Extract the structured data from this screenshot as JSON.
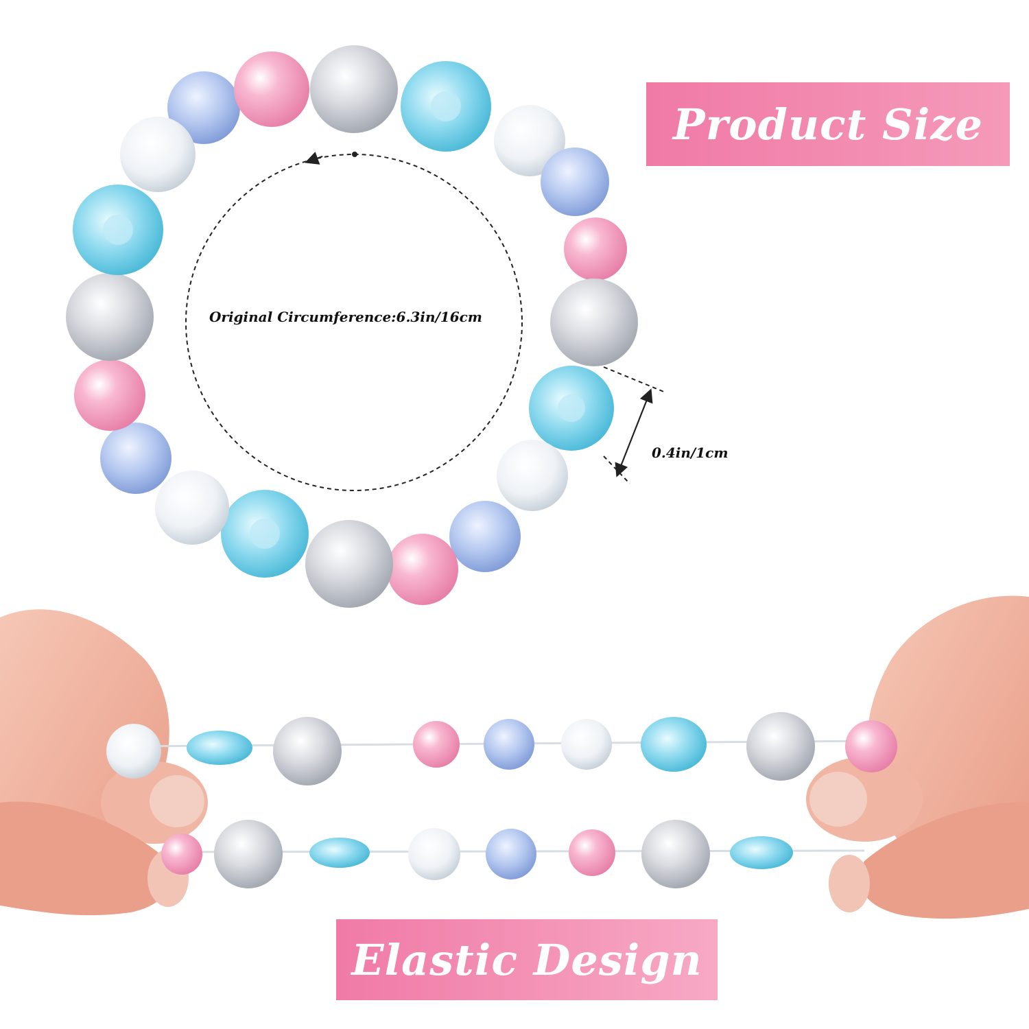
{
  "product_size_banner": "Product Size",
  "elastic_design_banner": "Elastic Design",
  "circumference_label": "Original Circumference:6.3in/16cm",
  "bead_size_label": "0.4in/1cm",
  "colors": {
    "banner_pink": "#f07aa6",
    "bead_pink": "#f3a6c3",
    "bead_silver": "#c9ccd2",
    "bead_blue": "#9fb8e6",
    "bead_aqua": "#66c9e3",
    "bead_clear": "#e9eef3",
    "skin": "#efb2a0"
  }
}
